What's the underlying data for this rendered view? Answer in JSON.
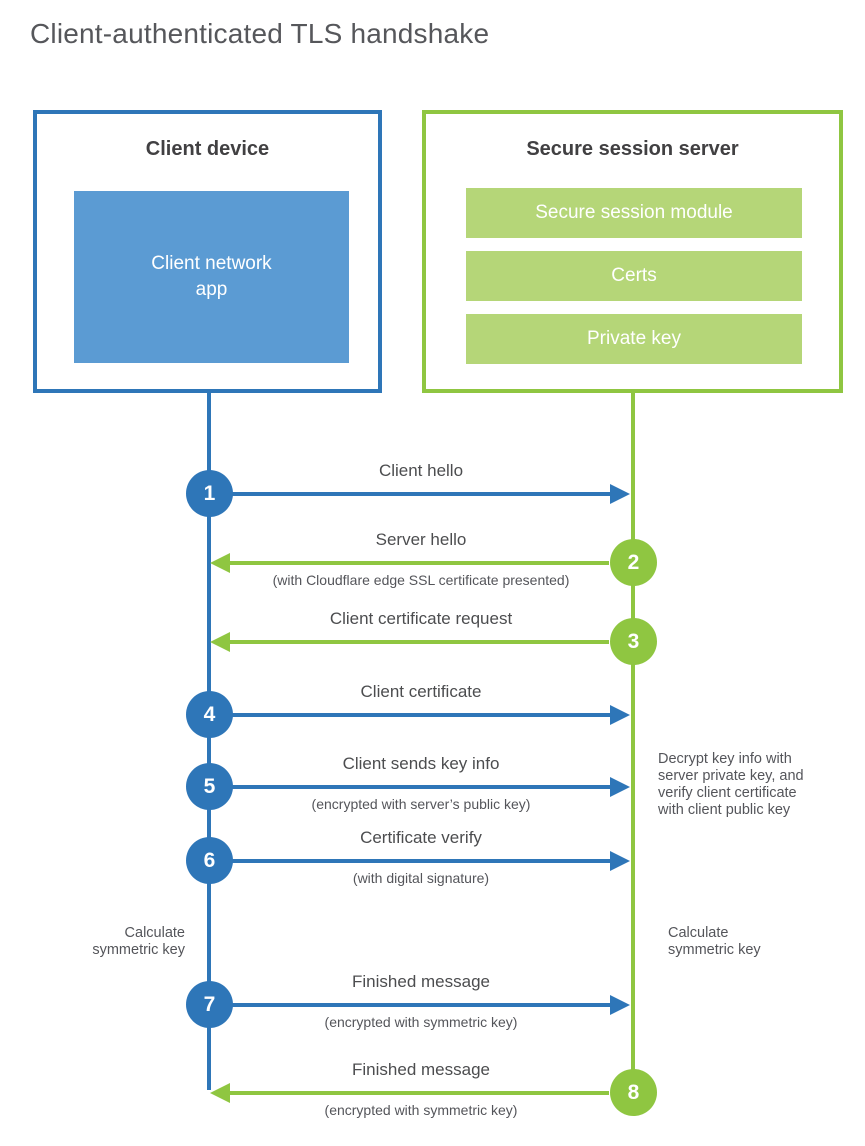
{
  "title": "Client-authenticated TLS handshake",
  "client_box": {
    "title": "Client device",
    "app_label": "Client network\napp"
  },
  "server_box": {
    "title": "Secure session server",
    "modules": [
      {
        "label": "Secure session module"
      },
      {
        "label": "Certs"
      },
      {
        "label": "Private key"
      }
    ]
  },
  "steps": [
    {
      "num": "1",
      "direction": "right",
      "label": "Client hello",
      "sublabel": ""
    },
    {
      "num": "2",
      "direction": "left",
      "label": "Server hello",
      "sublabel": "(with Cloudflare edge SSL certificate presented)"
    },
    {
      "num": "3",
      "direction": "left",
      "label": "Client certificate request",
      "sublabel": ""
    },
    {
      "num": "4",
      "direction": "right",
      "label": "Client certificate",
      "sublabel": ""
    },
    {
      "num": "5",
      "direction": "right",
      "label": "Client sends key info",
      "sublabel": "(encrypted with server’s public key)"
    },
    {
      "num": "6",
      "direction": "right",
      "label": "Certificate verify",
      "sublabel": "(with digital signature)"
    },
    {
      "num": "7",
      "direction": "right",
      "label": "Finished message",
      "sublabel": "(encrypted with symmetric key)"
    },
    {
      "num": "8",
      "direction": "left",
      "label": "Finished message",
      "sublabel": "(encrypted with symmetric key)"
    }
  ],
  "annotations": {
    "decrypt_note": "Decrypt key info with\nserver private key, and\nverify client certificate\nwith client public key",
    "calc_left": "Calculate\nsymmetric key",
    "calc_right": "Calculate\nsymmetric key"
  },
  "colors": {
    "blue": "#2e76b8",
    "blue_light": "#5b9bd3",
    "green": "#8fc641",
    "green_light": "#b5d678",
    "heading_text": "#414042",
    "label_text": "#4c4d4f",
    "note_text": "#54555a"
  }
}
